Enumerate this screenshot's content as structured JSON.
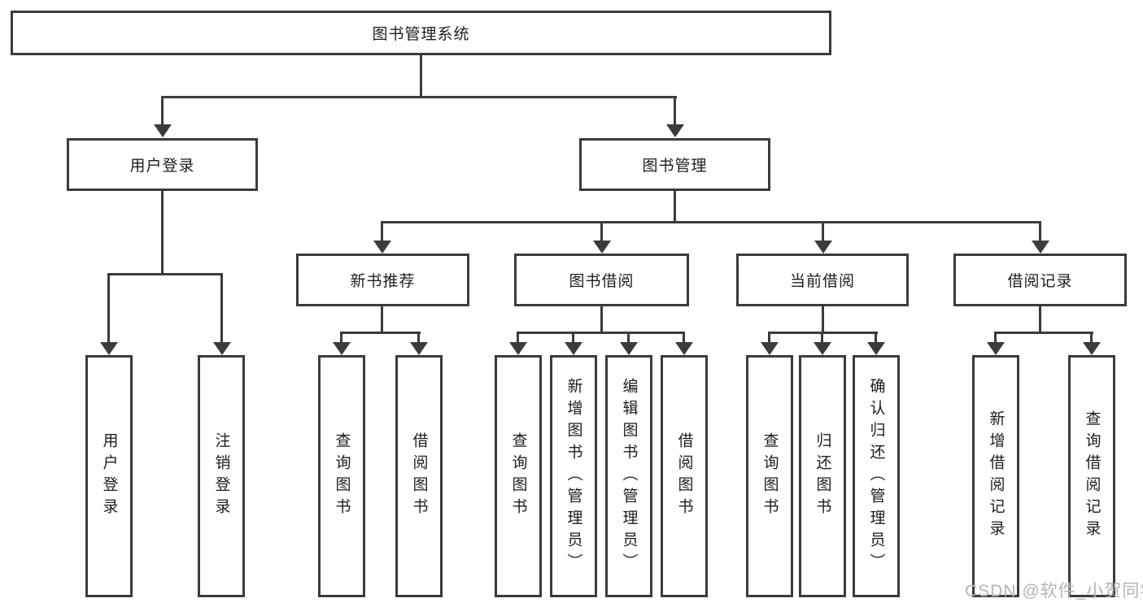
{
  "tree": {
    "root": "图书管理系统",
    "user_login": {
      "label": "用户登录",
      "children": [
        "用户登录",
        "注销登录"
      ]
    },
    "book_mgmt": {
      "label": "图书管理",
      "sections": [
        {
          "label": "新书推荐",
          "children": [
            "查询图书",
            "借阅图书"
          ]
        },
        {
          "label": "图书借阅",
          "children": [
            "查询图书",
            "新增图书（管理员）",
            "编辑图书（管理员）",
            "借阅图书"
          ]
        },
        {
          "label": "当前借阅",
          "children": [
            "查询图书",
            "归还图书",
            "确认归还（管理员）"
          ]
        },
        {
          "label": "借阅记录",
          "children": [
            "新增借阅记录",
            "查询借阅记录"
          ]
        }
      ]
    }
  },
  "watermark": "CSDN @软件_小贺同学",
  "colors": {
    "line": "#3b3b3b",
    "text": "#1d1d1d",
    "box_fill": "#ffffff",
    "watermark": "#b4b4b4",
    "background": "#ffffff"
  }
}
